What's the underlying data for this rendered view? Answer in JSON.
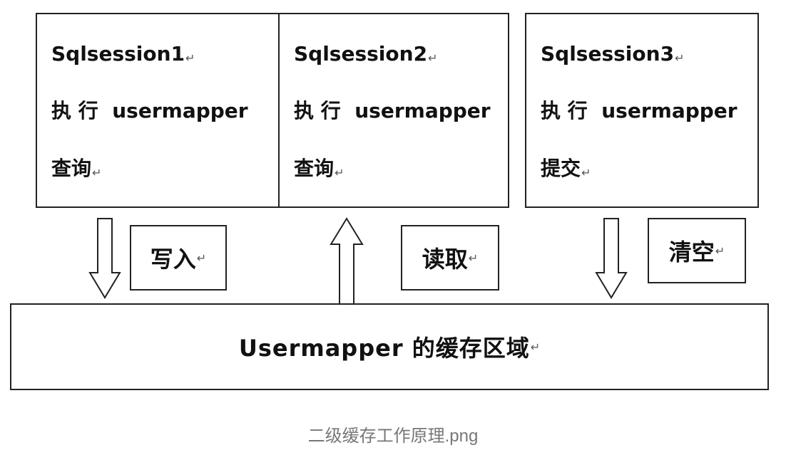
{
  "sessions": [
    {
      "title": "Sqlsession1",
      "line1": "执 行  usermapper",
      "line2": "查询"
    },
    {
      "title": "Sqlsession2",
      "line1": "执 行  usermapper",
      "line2": "查询"
    },
    {
      "title": "Sqlsession3",
      "line1": "执 行  usermapper",
      "line2": "提交"
    }
  ],
  "actions": {
    "write": "写入",
    "read": "读取",
    "clear": "清空"
  },
  "cache": {
    "label": "Usermapper 的缓存区域"
  },
  "caption": "二级缓存工作原理.png",
  "return_mark": "↵"
}
